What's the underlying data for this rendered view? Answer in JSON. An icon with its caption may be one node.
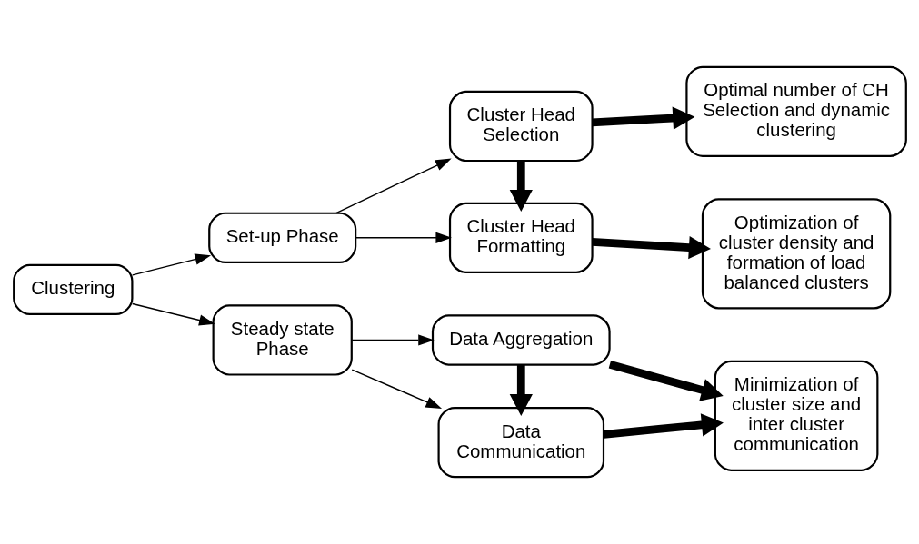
{
  "diagram": {
    "nodes": [
      {
        "text": [
          "Clustering"
        ]
      },
      {
        "text": [
          "Set-up Phase"
        ]
      },
      {
        "text": [
          "Steady state Phase"
        ]
      },
      {
        "text": [
          "Cluster Head Selection"
        ]
      },
      {
        "text": [
          "Cluster Head Formatting"
        ]
      },
      {
        "text": [
          "Optimal number of CH Selection and dynamic clustering"
        ]
      },
      {
        "text": [
          "Optimization of cluster density and formation of load balanced clusters"
        ]
      },
      {
        "text": [
          "Data Aggregation"
        ]
      },
      {
        "text": [
          "Data Communication"
        ]
      },
      {
        "text": [
          "Minimization of cluster size and inter cluster communication"
        ]
      }
    ],
    "edges": [
      {
        "from": 0,
        "to": 1,
        "arrow": "to"
      },
      {
        "from": 0,
        "to": 2,
        "arrow": "to"
      },
      {
        "from": 1,
        "to": 3,
        "arrow": "to"
      },
      {
        "from": 1,
        "to": 4,
        "arrow": "to"
      },
      {
        "from": 3,
        "to": 4,
        "arrow": "to",
        "style": "thick"
      },
      {
        "from": 3,
        "to": 5,
        "arrow": "to",
        "style": "thick"
      },
      {
        "from": 4,
        "to": 6,
        "arrow": "to",
        "style": "thick"
      },
      {
        "from": 2,
        "to": 7,
        "arrow": "to"
      },
      {
        "from": 2,
        "to": 8,
        "arrow": "to"
      },
      {
        "from": 7,
        "to": 8,
        "arrow": "to",
        "style": "thick"
      },
      {
        "from": 7,
        "to": 9,
        "arrow": "to",
        "style": "thick"
      },
      {
        "from": 8,
        "to": 9,
        "arrow": "to",
        "style": "thick"
      }
    ]
  }
}
